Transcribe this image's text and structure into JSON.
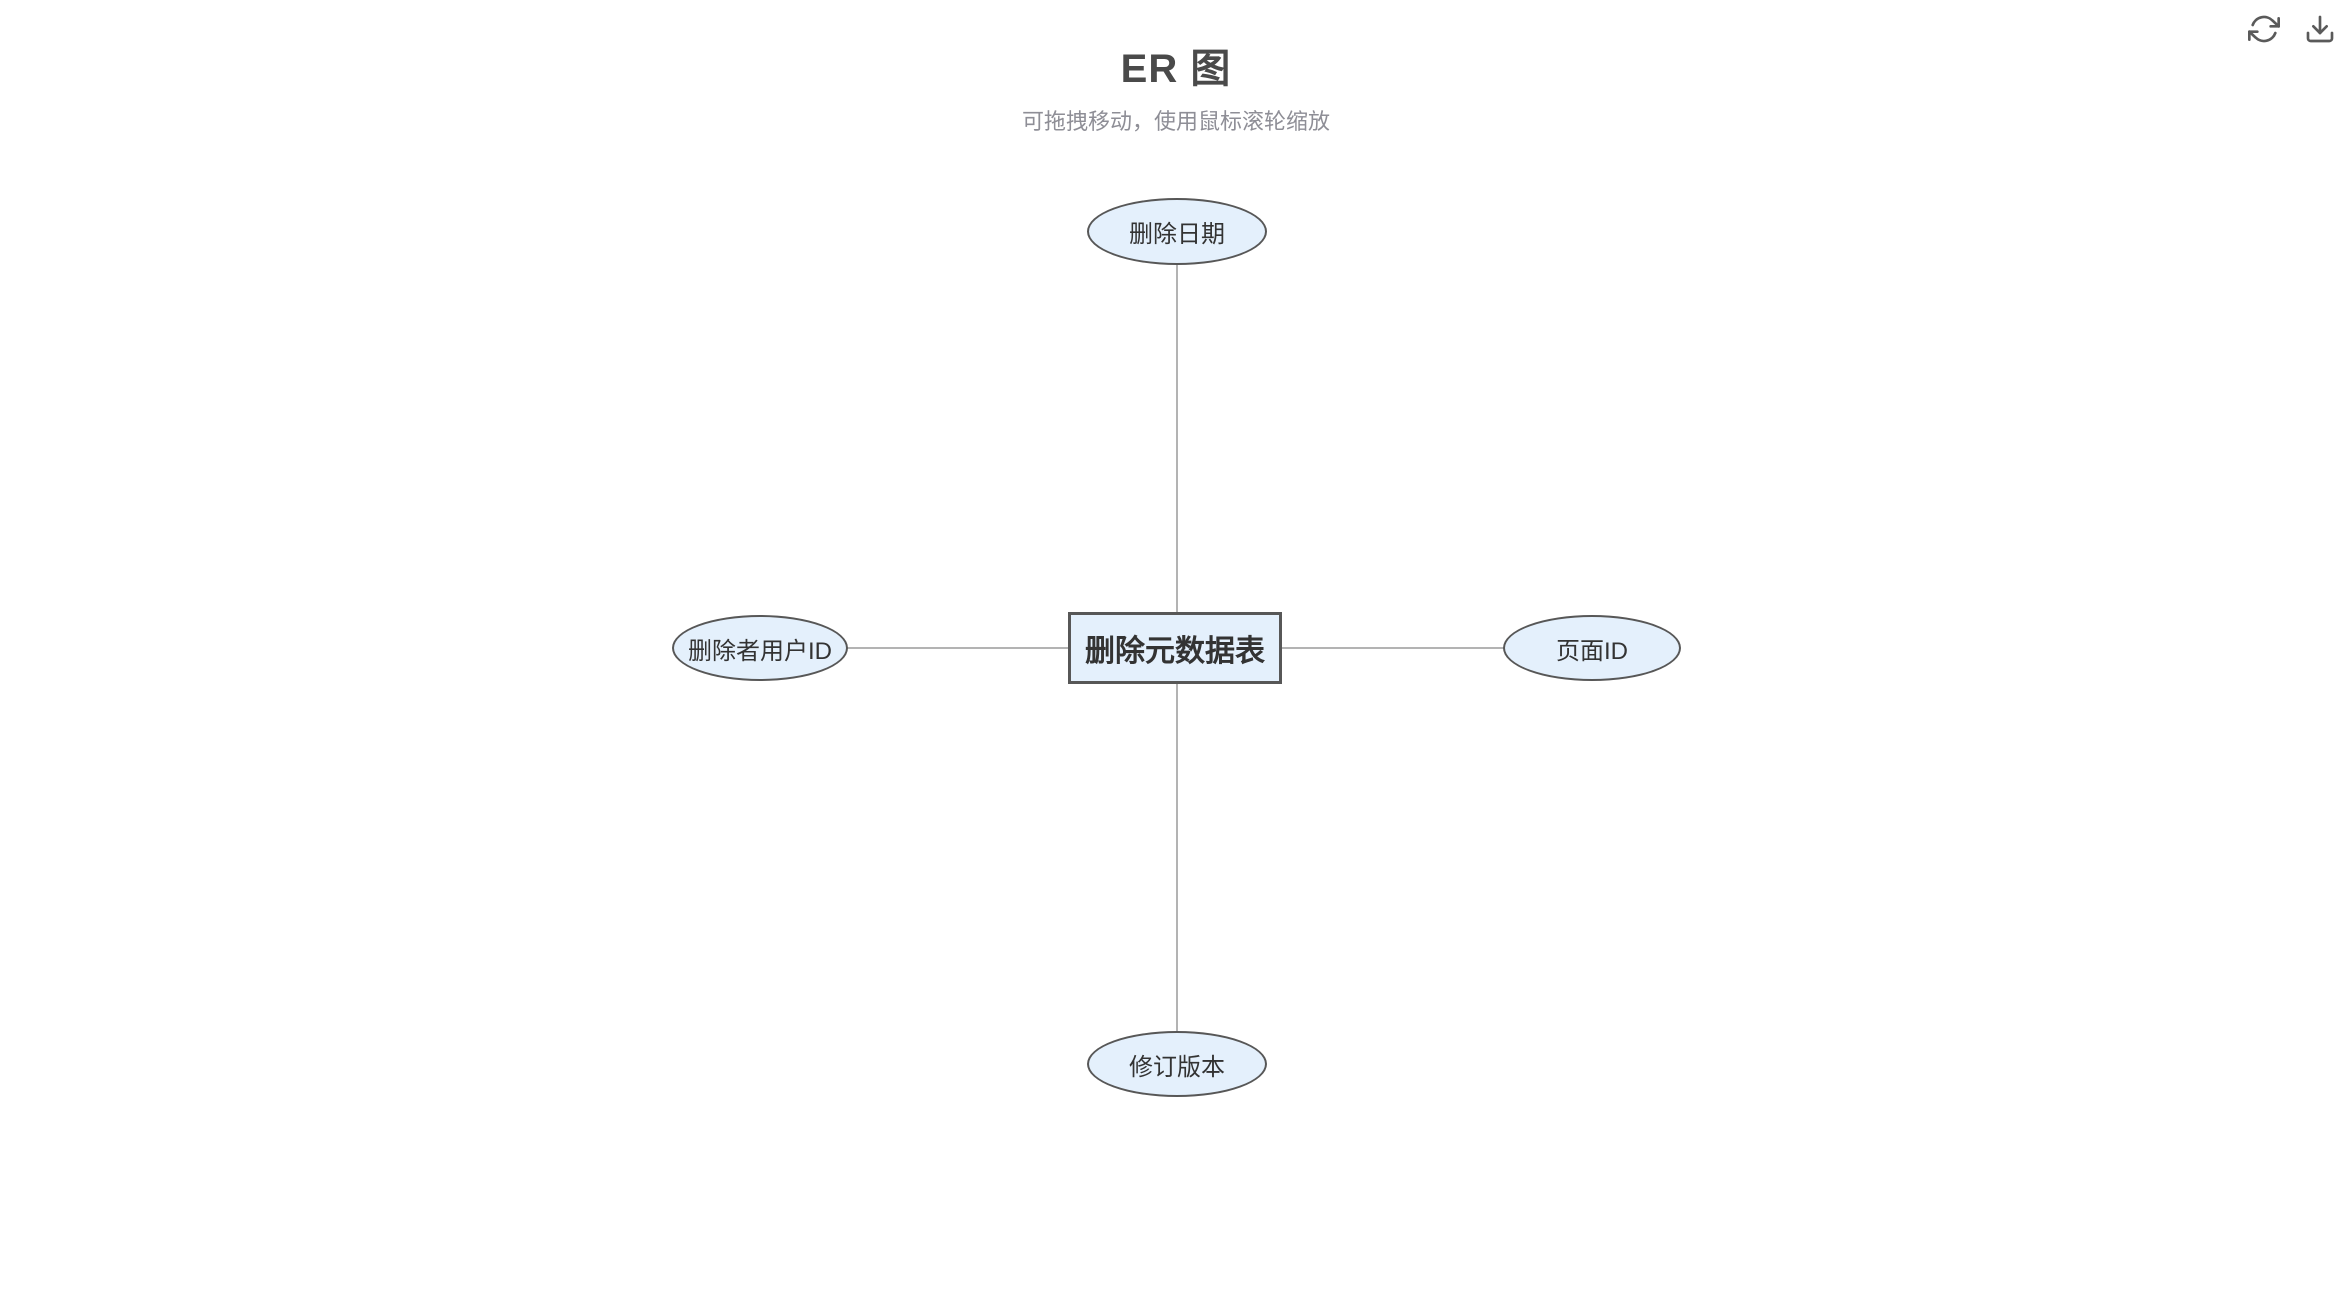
{
  "header": {
    "title": "ER 图",
    "subtitle": "可拖拽移动，使用鼠标滚轮缩放"
  },
  "toolbar": {
    "icons": [
      {
        "name": "refresh-icon"
      },
      {
        "name": "download-icon"
      }
    ]
  },
  "diagram": {
    "entity": {
      "label": "删除元数据表",
      "shape": "rectangle"
    },
    "attributes": [
      {
        "label": "删除日期",
        "position": "top",
        "shape": "ellipse"
      },
      {
        "label": "删除者用户ID",
        "position": "left",
        "shape": "ellipse"
      },
      {
        "label": "页面ID",
        "position": "right",
        "shape": "ellipse"
      },
      {
        "label": "修订版本",
        "position": "bottom",
        "shape": "ellipse"
      }
    ],
    "colors": {
      "node_fill": "#e4f0fc",
      "node_border": "#575757",
      "edge_line": "#b3b3b3"
    }
  }
}
